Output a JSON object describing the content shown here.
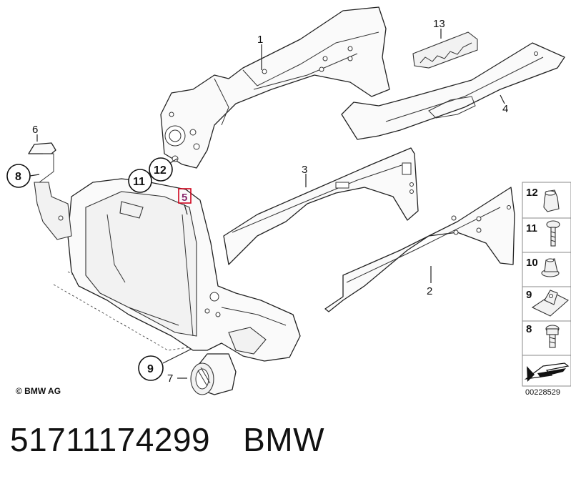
{
  "diagram": {
    "labels": {
      "p1": "1",
      "p2": "2",
      "p3": "3",
      "p4": "4",
      "p5": "5",
      "p6": "6",
      "p7": "7",
      "p8": "8",
      "p9": "9",
      "p11": "11",
      "p12": "12",
      "p13": "13"
    },
    "side_panel": [
      "12",
      "11",
      "10",
      "9",
      "8"
    ]
  },
  "footer": {
    "copyright": "© BMW AG",
    "ref_code": "00228529"
  },
  "caption": {
    "part_number": "51711174299",
    "brand": "BMW"
  },
  "colors": {
    "highlight_border": "#d0021b",
    "highlight_text": "#8a2b6e"
  }
}
